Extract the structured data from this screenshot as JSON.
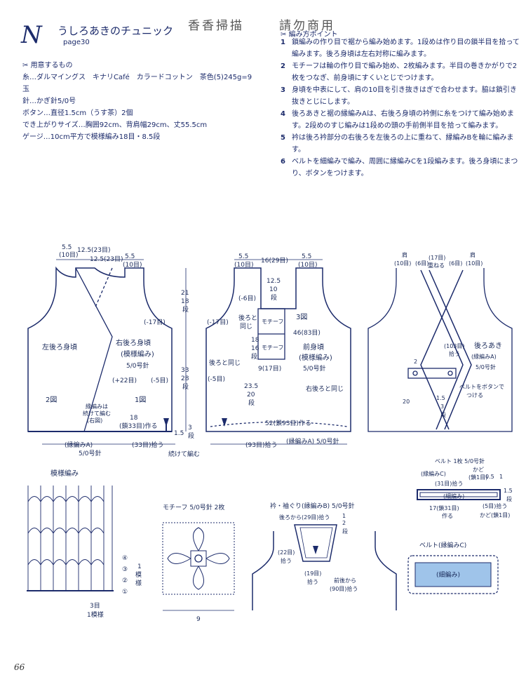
{
  "header": {
    "letter": "N",
    "title": "うしろあきのチュニック",
    "page_ref": "page30",
    "stamp_left": "香香掃描",
    "stamp_right": "請勿商用"
  },
  "materials": {
    "heading": "用意するもの",
    "yarn": "糸…ダルマイングス　キナリCafé　カラードコットン　茶色(5)245g=9",
    "yarn_cont": "玉",
    "hook": "針…かぎ針5/0号",
    "buttons": "ボタン…直径1.5cm（うす茶）2個",
    "size": "でき上がりサイズ…胸囲92cm、背肩幅29cm、丈55.5cm",
    "gauge": "ゲージ…10cm平方で模様編み18目・8.5段"
  },
  "steps": {
    "heading": "編み方ポイント",
    "items": [
      {
        "n": "1",
        "text": "鎖編みの作り目で裾から編み始めます。1段めは作り目の鎖半目を拾って編みます。後ろ身頃は左右対称に編みます。"
      },
      {
        "n": "2",
        "text": "モチーフは輪の作り目で編み始め、2枚編みます。半目の巻きかがりで2枚をつなぎ、前身頃にすくいとじでつけます。"
      },
      {
        "n": "3",
        "text": "身頃を中表にして、肩の10目を引き抜きはぎで合わせます。脇は鎖引き抜きとじにします。"
      },
      {
        "n": "4",
        "text": "後ろあきと裾の縁編みAは、右後ろ身頃の衿側に糸をつけて編み始めます。2段めのすじ編みは1段めの頭の手前側半目を拾って編みます。"
      },
      {
        "n": "5",
        "text": "衿は後ろ衿部分の右後ろを左後ろの上に重ねて、縁編みBを輪に編みます。"
      },
      {
        "n": "6",
        "text": "ベルトを細編みで編み、周囲に縁編みCを1段編みます。後ろ身頃にまつり、ボタンをつけます。"
      }
    ]
  },
  "diagram_back": {
    "left_panel": "左後ろ身頃",
    "right_panel": "右後ろ身頃",
    "pattern": "(模様編み)",
    "hook": "5/0号針",
    "fig_left": "2図",
    "fig_right": "1図",
    "w1": "5.5",
    "w1s": "(10目)",
    "w2": "12.5(23目)",
    "w3": "12.5(23目)",
    "w4": "5.5",
    "w4s": "(10目)",
    "dec1": "(-17目)",
    "dec2": "(-5目)",
    "inc": "(+22目)",
    "h1": "21",
    "h1s": "18",
    "h1t": "段",
    "h2": "33",
    "h2s": "28",
    "h2t": "段",
    "edge_note1": "縁編みは",
    "edge_note2": "続けて編む",
    "edge_note3": "(右図)",
    "base1": "18",
    "base2": "(鎖33目)作る",
    "edge_a": "(縁編みA)",
    "edge_hook": "5/0号針",
    "pick": "(33目)拾う",
    "side1": "1.5",
    "side2": "3",
    "side3": "段",
    "cont": "続けて編む"
  },
  "diagram_front": {
    "w1": "5.5",
    "w1s": "(10目)",
    "w2": "16(29目)",
    "w3": "5.5",
    "w3s": "(10目)",
    "neck1": "12.5",
    "neck2": "10",
    "neck3": "段",
    "dec_n": "(-6目)",
    "dec_a": "(-17目)",
    "same_back": "後ろと",
    "same_back2": "同じ",
    "motif": "モチーフ",
    "fig3": "3図",
    "w46": "46(83目)",
    "h18": "18",
    "h16": "16",
    "h16t": "段",
    "front_label": "前身頃",
    "pattern": "(模様編み)",
    "hook": "5/0号針",
    "same_back_l": "後ろと同じ",
    "dec5": "(-5目)",
    "w9": "9(17目)",
    "h23": "23.5",
    "h20": "20",
    "h20t": "段",
    "same_back_r": "右後ろと同じ",
    "base": "52(鎖93目)作る",
    "pick": "(93目)拾う",
    "edge_a": "(縁編みA) 5/0号針"
  },
  "diagram_assembled": {
    "shoulder": "肩",
    "s1": "(10目)",
    "s2": "(6目)",
    "s3": "(17目)",
    "s4": "重ねる",
    "s5": "(6目)",
    "s6": "(10目)",
    "pick103": "(103目)",
    "pick103b": "拾う",
    "opening": "後ろあき",
    "edge_a": "(縁編みA)",
    "hook": "5/0号針",
    "n2": "2",
    "belt_note1": "ベルトをボタンで",
    "belt_note2": "つける",
    "n20": "20",
    "n15": "1.5",
    "n3": "3",
    "n3t": "段"
  },
  "belt": {
    "title": "ベルト 1枚 5/0号針",
    "edge_c": "(縁編みC)",
    "corner": "かど",
    "corner2": "(鎖1目)",
    "pick31": "(31目)拾う",
    "v05": "0.5",
    "v1": "1",
    "v15": "1.5",
    "vdan": "段",
    "sc": "(細編み)",
    "w17": "17(鎖31目)",
    "make": "作る",
    "pick5": "(5目)拾う",
    "corner3": "かど(鎖1目)"
  },
  "pattern_chart": {
    "title": "模様編み",
    "r4": "④",
    "r3": "③",
    "r2": "②",
    "r1": "①",
    "pat1": "1",
    "pat2": "模",
    "pat3": "様",
    "rep1": "3目",
    "rep2": "1模様"
  },
  "motif_chart": {
    "title": "モチーフ 5/0号針 2枚",
    "size": "9"
  },
  "collar_chart": {
    "title": "衿・袖ぐり(縁編みB) 5/0号針",
    "from_back": "後ろから(29目)拾う",
    "r1": "1",
    "r2": "2",
    "rdan": "段",
    "p22": "(22目)",
    "p22b": "拾う",
    "p19": "(19目)",
    "p19b": "拾う",
    "front_from": "前後から",
    "p90": "(90目)拾う"
  },
  "belt_edge": {
    "title": "ベルト(縁編みC)",
    "inner": "(細編み)"
  },
  "page_number": "66"
}
